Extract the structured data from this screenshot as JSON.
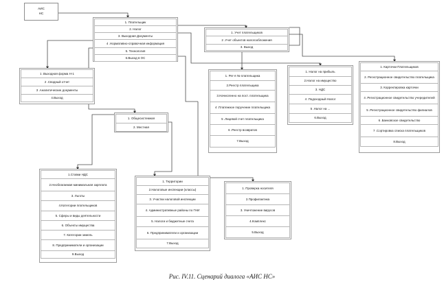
{
  "figure": {
    "caption": "Рис. IV.11. Сценарий диалога «АИС НС»"
  },
  "root": {
    "line1": "АИС",
    "line2": "НС"
  },
  "menus": {
    "main": {
      "name": "main-menu",
      "items": [
        "1. Плательщик",
        "2. Налог",
        "3. Выходная Документы",
        "4 .Нормативно-справочная информация",
        "5. Технология",
        "6.Выход в ОС"
      ]
    },
    "payers_accounting": {
      "name": "payers-accounting-menu",
      "items": [
        "1. Учет плательщиков",
        "2 .Учет объектов налогообложения",
        "3. Выход"
      ]
    },
    "output_documents": {
      "name": "output-documents-menu",
      "items": [
        "1 .Выходная форма Н-1",
        "2 .Сводный отчет",
        "3 .Аналитические документы",
        "4.Выход"
      ]
    },
    "payer_registry": {
      "name": "payer-registry-menu",
      "items": [
        "1. Рег-я № плательщика",
        "2.Реестр плательщика",
        "3.Начисленно на пост. плательщика",
        "4 .Платежное поручение плательщика",
        "5 .Лицевой счет плательщика",
        "6 .Реестр возвратов",
        "7.Выход"
      ]
    },
    "taxes": {
      "name": "taxes-menu",
      "items": [
        "1. Налог на прибыль",
        "2.Налог на имущество",
        "3. НДС",
        "4 .Подоходный Налог",
        "5 .Налог на ...",
        "6.Выход"
      ]
    },
    "payer_cards": {
      "name": "payer-cards-menu",
      "items": [
        "1. Карточки Плательщиков",
        "2. Регистрационное свидетельство плательщика",
        "3. Корректировка карточки",
        "4 .Регистрационное свидетельство учередителей",
        "5 .Регистрационное свидетельство филиалов",
        "6 .Банковское свидетельство",
        "7 .Сортировка списка плательщиков",
        "8.Выход"
      ]
    },
    "reference_scope": {
      "name": "reference-scope-menu",
      "items": [
        "1. Общесистемная",
        "2. Местная"
      ]
    },
    "system_reference": {
      "name": "system-reference-menu",
      "items": [
        "1.Ставки НДС",
        "2.Необлагаемая  минимальная зарплата",
        "3. Льготы",
        "4.Категории плательщиков",
        "5. Сферы и виды деятельности",
        "6. Объекты имущества",
        "7. Категории земель",
        "8. Предприниматели и организации",
        "9.Выход"
      ]
    },
    "local_reference": {
      "name": "local-reference-menu",
      "items": [
        "1. Территории",
        "2.Налоговые инспекции (классы)",
        "3. Участки налоговой инспекции",
        "4. Административные районы по ГНИ",
        "5. Налоги  и бюджетные счета",
        "6. Предприниматели и организации",
        "7.Выход"
      ]
    },
    "technology": {
      "name": "technology-menu",
      "items": [
        "1. Проверка носителя",
        "2.Профилактика",
        "3. Уничтожение вирусов",
        "4.Комплекс",
        "5.Выход"
      ]
    }
  }
}
